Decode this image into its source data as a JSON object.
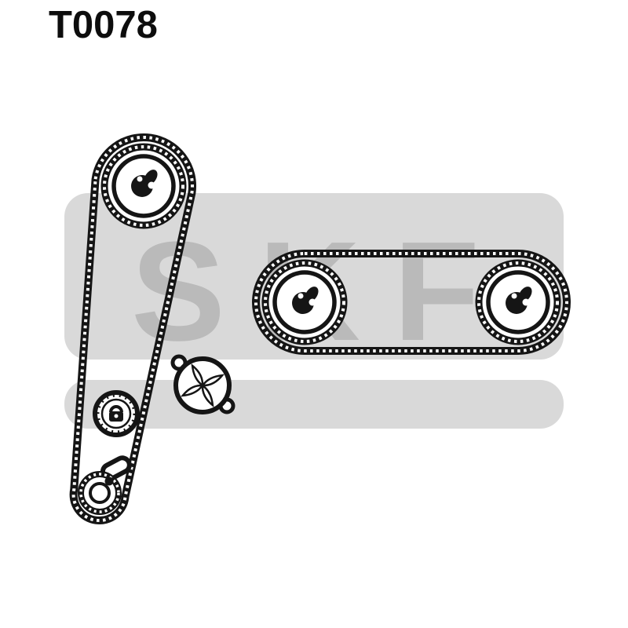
{
  "part_number": "T0078",
  "watermark": {
    "text": "SKF"
  },
  "colors": {
    "background": "#ffffff",
    "band": "#d9d9d9",
    "watermark_text": "#bababa",
    "ink": "#151515"
  },
  "diagram": {
    "kind": "timing-belt-kit-schematic",
    "components": [
      "timing-belt-left-loop",
      "camshaft-pulley-top-left",
      "tensioner-pulley-with-lock-mark",
      "bottom-tensioner-unit",
      "water-pump-with-impeller",
      "timing-belt-right-loop",
      "pulley-right-inner",
      "pulley-right-outer"
    ]
  }
}
